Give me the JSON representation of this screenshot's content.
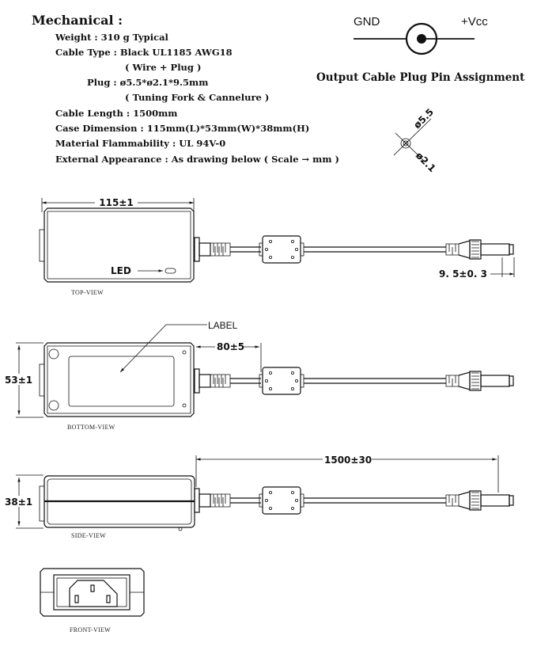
{
  "mechanical": {
    "title": "Mechanical :",
    "weight": "Weight  :  310 g   Typical",
    "cable_type": "Cable Type :  Black  UL1185  AWG18",
    "cable_type_note": "( Wire + Plug )",
    "plug": "Plug  :   ø5.5*ø2.1*9.5mm",
    "plug_note": "( Tuning Fork & Cannelure )",
    "cable_length": "Cable Length : 1500mm",
    "case_dimension": "Case Dimension : 115mm(L)*53mm(W)*38mm(H)",
    "flammability": "Material  Flammability : UL 94V-0",
    "appearance": "External  Appearance : As drawing below ( Scale → mm )"
  },
  "pin_assignment": {
    "gnd": "GND",
    "vcc": "+Vcc",
    "caption": "Output Cable Plug Pin Assignment",
    "outer_dia": "ø5.5",
    "inner_dia": "ø2.1"
  },
  "top_view": {
    "length_dim": "115±1",
    "led": "LED",
    "plug_len_dim": "9. 5±0. 3",
    "caption": "TOP-VIEW"
  },
  "bottom_view": {
    "label": "LABEL",
    "width_dim": "53±1",
    "ferrite_dim": "80±5",
    "caption": "BOTTOM-VIEW"
  },
  "side_view": {
    "height_dim": "38±1",
    "cable_dim": "1500±30",
    "caption": "SIDE-VIEW"
  },
  "front_view": {
    "caption": "FRONT-VIEW"
  }
}
